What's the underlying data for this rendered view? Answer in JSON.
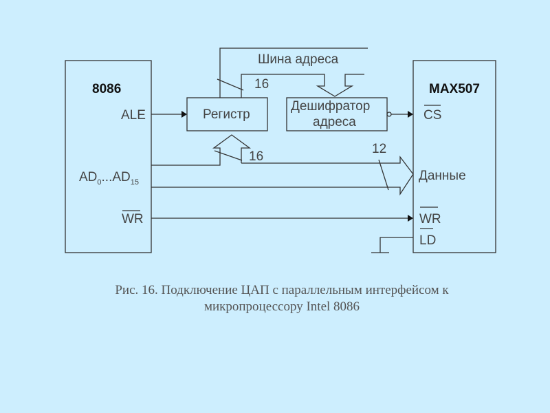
{
  "chips": {
    "cpu": "8086",
    "dac": "MAX507"
  },
  "blocks": {
    "register": "Регистр",
    "decoder_line1": "Дешифратор",
    "decoder_line2": "адреса"
  },
  "signals": {
    "ale": "ALE",
    "ad_prefix": "AD",
    "ad_sub0": "0",
    "ad_mid": "...AD",
    "ad_sub15": "15",
    "wr_cpu": "WR",
    "cs": "CS",
    "data": "Данные",
    "wr_dac": "WR",
    "ld": "LD"
  },
  "bus": {
    "address_label": "Шина адреса",
    "width_addr": "16",
    "width_ad": "16",
    "width_data": "12"
  },
  "caption": {
    "line1": "Рис. 16. Подключение ЦАП с параллельным интерфейсом к",
    "line2": "микропроцессору Intel 8086"
  }
}
